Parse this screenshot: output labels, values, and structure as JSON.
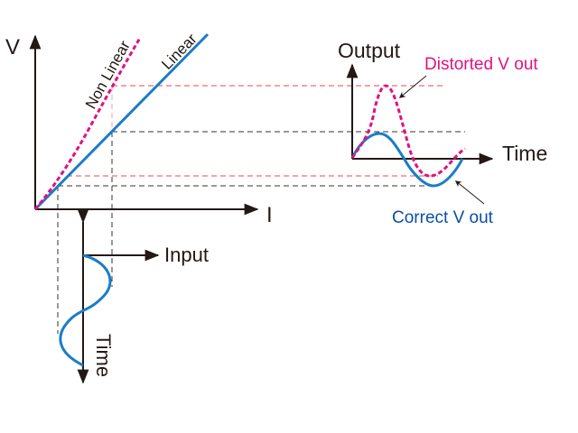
{
  "labels": {
    "v_axis": "V",
    "i_axis": "I",
    "non_linear": "Non Linear",
    "linear": "Linear",
    "input": "Input",
    "input_time": "Time",
    "output": "Output",
    "output_time": "Time",
    "distorted": "Distorted V out",
    "correct": "Correct V out"
  },
  "colors": {
    "linear": "#1a7cc8",
    "non_linear": "#e0127f",
    "guide_red": "#e8474f",
    "guide_black": "#333333",
    "axis": "#231815",
    "correct_text": "#0a4ea8",
    "distorted_text": "#e0127f"
  }
}
